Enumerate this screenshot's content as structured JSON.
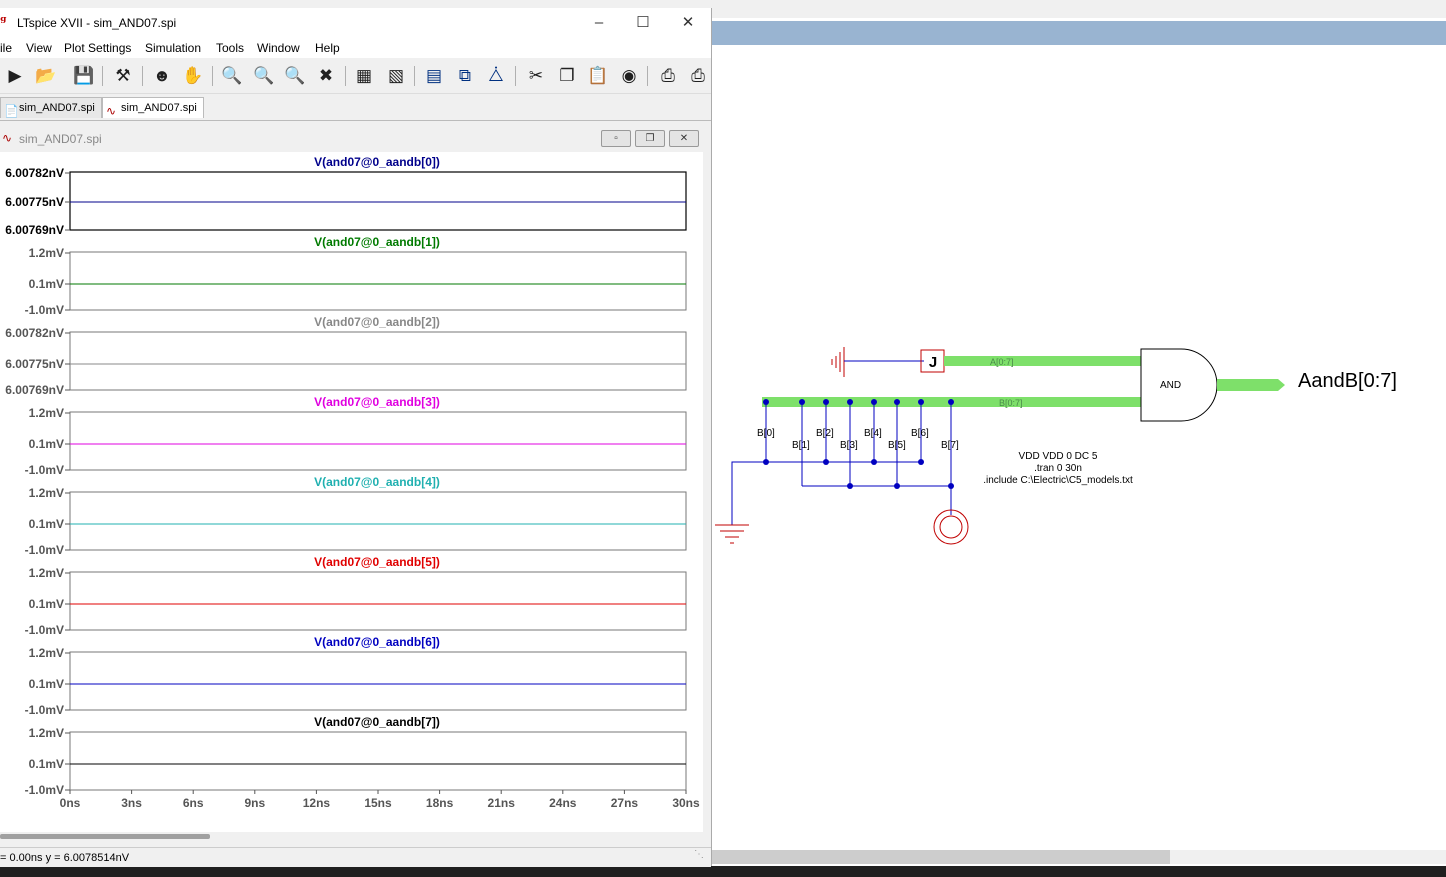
{
  "lt_window": {
    "title": "LTspice XVII - sim_AND07.spi",
    "menus": [
      "ile",
      "View",
      "Plot Settings",
      "Simulation",
      "Tools",
      "Window",
      "Help"
    ],
    "tabs": [
      {
        "label": "sim_AND07.spi",
        "icon": "netlist-icon"
      },
      {
        "label": "sim_AND07.spi",
        "icon": "waveform-icon"
      }
    ],
    "child_title": "sim_AND07.spi",
    "status": "= 0.00ns    y = 6.0078514nV"
  },
  "plots": [
    {
      "trace": "V(and07@0_aandb[0])",
      "color": "#00008b",
      "ticks": [
        "6.00782nV",
        "6.00775nV",
        "6.00769nV"
      ],
      "tick_color": "#000000"
    },
    {
      "trace": "V(and07@0_aandb[1])",
      "color": "#007a00",
      "ticks": [
        "1.2mV",
        "0.1mV",
        "-1.0mV"
      ],
      "tick_color": "#555555"
    },
    {
      "trace": "V(and07@0_aandb[2])",
      "color": "#888888",
      "ticks": [
        "6.00782nV",
        "6.00775nV",
        "6.00769nV"
      ],
      "tick_color": "#555555"
    },
    {
      "trace": "V(and07@0_aandb[3])",
      "color": "#e000e0",
      "ticks": [
        "1.2mV",
        "0.1mV",
        "-1.0mV"
      ],
      "tick_color": "#555555"
    },
    {
      "trace": "V(and07@0_aandb[4])",
      "color": "#20b0b0",
      "ticks": [
        "1.2mV",
        "0.1mV",
        "-1.0mV"
      ],
      "tick_color": "#555555"
    },
    {
      "trace": "V(and07@0_aandb[5])",
      "color": "#e00000",
      "ticks": [
        "1.2mV",
        "0.1mV",
        "-1.0mV"
      ],
      "tick_color": "#555555"
    },
    {
      "trace": "V(and07@0_aandb[6])",
      "color": "#0000c0",
      "ticks": [
        "1.2mV",
        "0.1mV",
        "-1.0mV"
      ],
      "tick_color": "#555555"
    },
    {
      "trace": "V(and07@0_aandb[7])",
      "color": "#000000",
      "ticks": [
        "1.2mV",
        "0.1mV",
        "-1.0mV"
      ],
      "tick_color": "#555555"
    }
  ],
  "x_ticks": [
    "0ns",
    "3ns",
    "6ns",
    "9ns",
    "12ns",
    "15ns",
    "18ns",
    "21ns",
    "24ns",
    "27ns",
    "30ns"
  ],
  "schematic": {
    "bus_a_label": "A[0:7]",
    "bus_b_label": "B[0:7]",
    "gate_label": "AND",
    "output_label": "AandB[0:7]",
    "pin_j": "J",
    "b_taps": [
      "B[0]",
      "B[1]",
      "B[2]",
      "B[3]",
      "B[4]",
      "B[5]",
      "B[6]",
      "B[7]"
    ],
    "spice_lines": [
      "VDD VDD 0 DC 5",
      ".tran 0 30n",
      ".include C:\\Electric\\C5_models.txt"
    ],
    "colors": {
      "bus": "#7ee06a",
      "wire": "#0000c0",
      "ground": "#c00000"
    }
  }
}
